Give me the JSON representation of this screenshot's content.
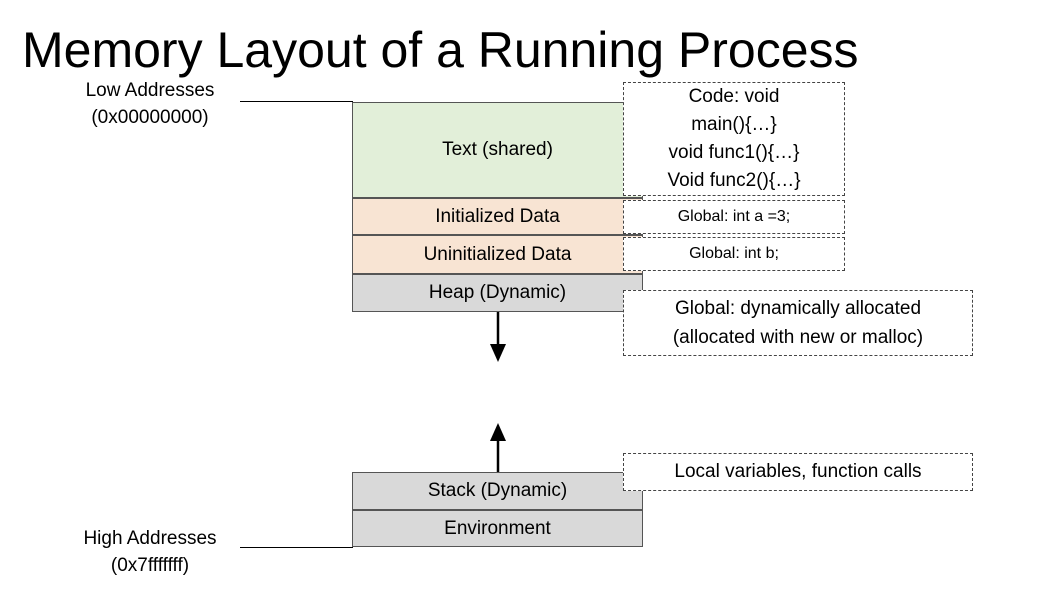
{
  "title": "Memory Layout of a Running Process",
  "low_address": {
    "line1": "Low Addresses",
    "line2": "(0x00000000)"
  },
  "high_address": {
    "line1": "High Addresses",
    "line2": "(0x7fffffff)"
  },
  "segments": {
    "text": "Text (shared)",
    "initialized_data": "Initialized Data",
    "uninitialized_data": "Uninitialized Data",
    "heap": "Heap (Dynamic)",
    "stack": "Stack (Dynamic)",
    "environment": "Environment"
  },
  "notes": {
    "code": {
      "line1": "Code: void",
      "line2": "main(){…}",
      "line3": "void func1(){…}",
      "line4": "Void func2(){…}"
    },
    "initialized": "Global: int a =3;",
    "uninitialized": "Global: int b;",
    "heap": {
      "line1": "Global: dynamically allocated",
      "line2": "(allocated with new or malloc)"
    },
    "stack": "Local variables, function calls"
  },
  "colors": {
    "text_segment": "#e2efd9",
    "data_segment": "#f8e4d3",
    "dynamic_segment": "#d9d9d9"
  }
}
